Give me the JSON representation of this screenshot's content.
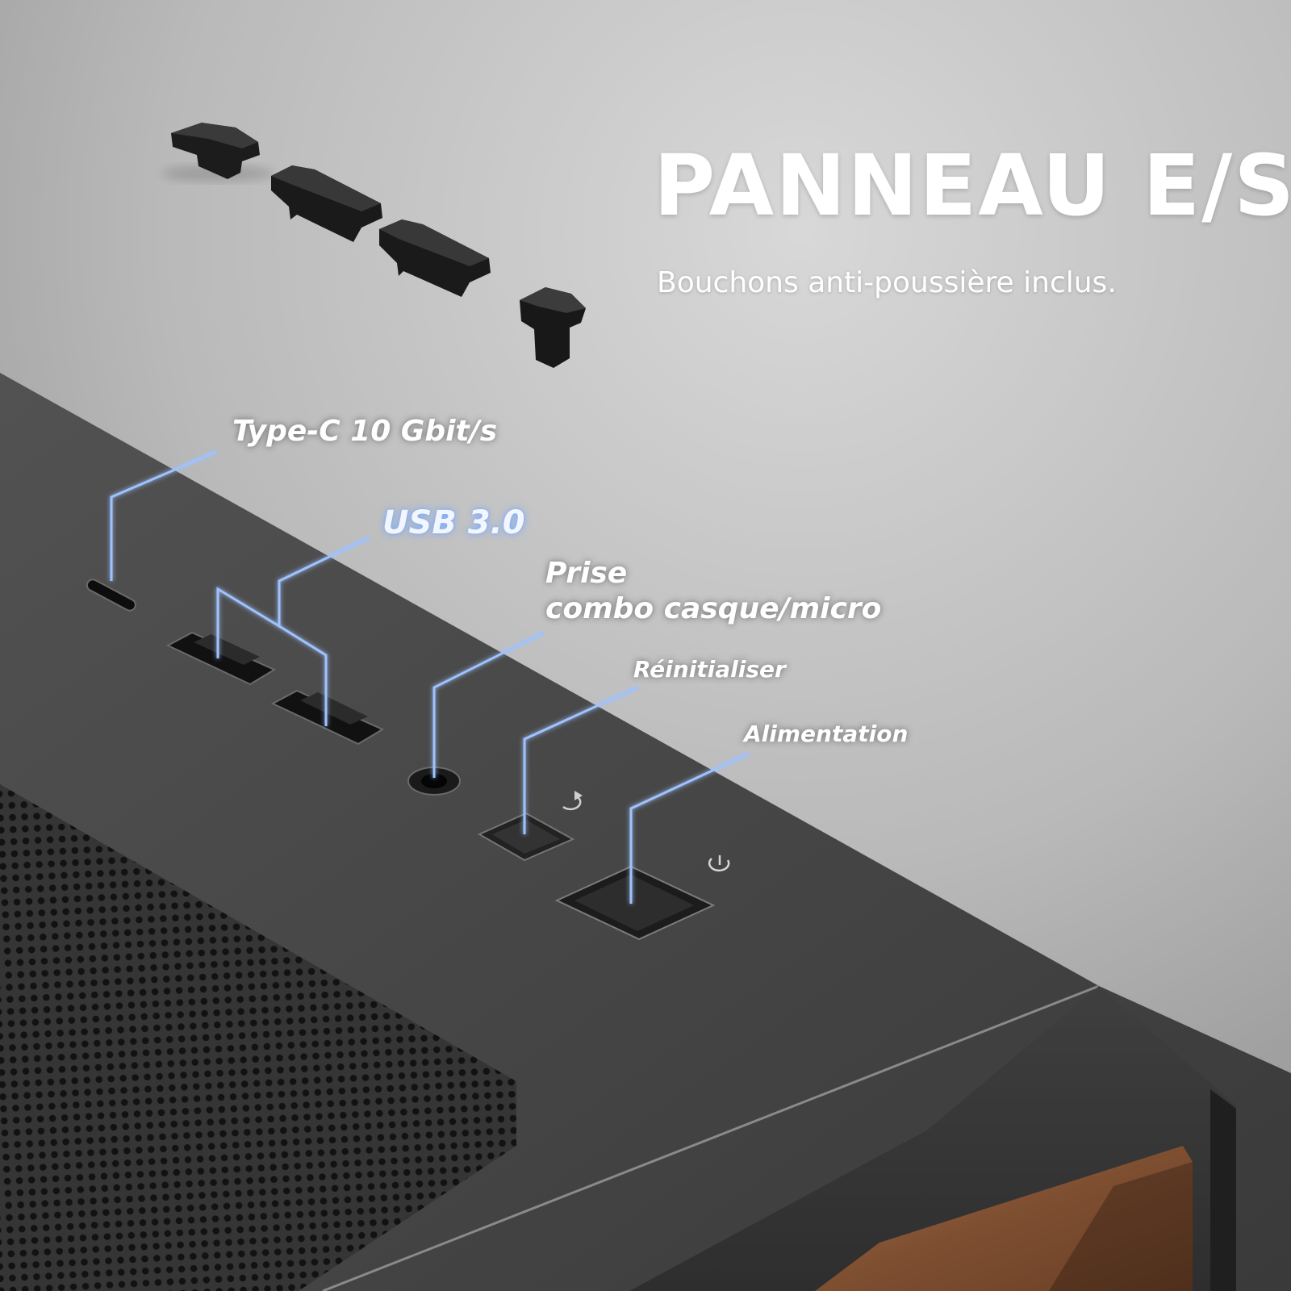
{
  "heading": {
    "title": "PANNEAU E/S",
    "subtitle": "Bouchons anti-poussière inclus."
  },
  "callouts": {
    "type_c": "Type-C 10 Gbit/s",
    "usb": "USB 3.0",
    "audio_line1": "Prise",
    "audio_line2": "combo casque/micro",
    "reset": "Réinitialiser",
    "power": "Alimentation"
  },
  "colors": {
    "background": "#b9b9b9",
    "case_top": "#4a4a4a",
    "wood": "#8a5a3a",
    "callout_line": "#9fc2ff",
    "text": "#ffffff"
  },
  "icons": [
    "reset-icon",
    "power-icon"
  ]
}
